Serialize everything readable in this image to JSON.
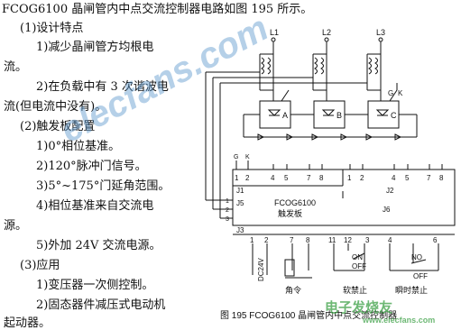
{
  "text": {
    "intro": "FCOG6100 晶闸管内中点交流控制器电路如图 195 所示。",
    "lines": [
      "(1)设计特点",
      "1)减少晶闸管方均根电",
      "流。",
      "2)在负载中有 3 次谐波电",
      "流(但电流中没有)。",
      "(2)触发板配置",
      "1)0°相位基准。",
      "2)120°脉冲门信号。",
      "3)5°~175°门延角范围。",
      "4)相位基准来自交流电",
      "源。",
      "5)外加 24V 交流电源。",
      "(3)应用",
      "1)变压器一次侧控制。",
      "2)固态器件减压式电动机",
      "起动器。"
    ]
  },
  "diagram": {
    "phases": [
      "L1",
      "L2",
      "L3"
    ],
    "thyristors": [
      "A",
      "B",
      "C"
    ],
    "gate_labels": [
      "G",
      "K"
    ],
    "board_model": "FCOG6100",
    "board_name": "触发板",
    "connectors": {
      "j1": "J1",
      "j2": "J2",
      "j3": "J3",
      "j5": "J5",
      "j6": "J6"
    },
    "j1_pins": [
      "1",
      "2",
      "4",
      "5",
      "7",
      "8"
    ],
    "j2_pins": [
      "1",
      "2",
      "4",
      "5",
      "7",
      "8"
    ],
    "j3_pins": [
      "1",
      "2",
      "7",
      "8",
      "11",
      "12",
      "3",
      "4",
      "6"
    ],
    "j5_pins": [
      "1",
      "2",
      "3"
    ],
    "supply_label": "DC24V",
    "pot_label": "角令",
    "switch_on": "ON",
    "switch_off": "OFF",
    "soft_stop_label": "软禁止",
    "no_label": "NO",
    "instant_stop_label": "瞬时禁止",
    "caption": "图 195   FCOG6100 晶闸管内中点交流控制器"
  },
  "watermark": {
    "site": "elecfans.com",
    "mark": "电子发烧友",
    "url": "www.elecfans.com"
  }
}
